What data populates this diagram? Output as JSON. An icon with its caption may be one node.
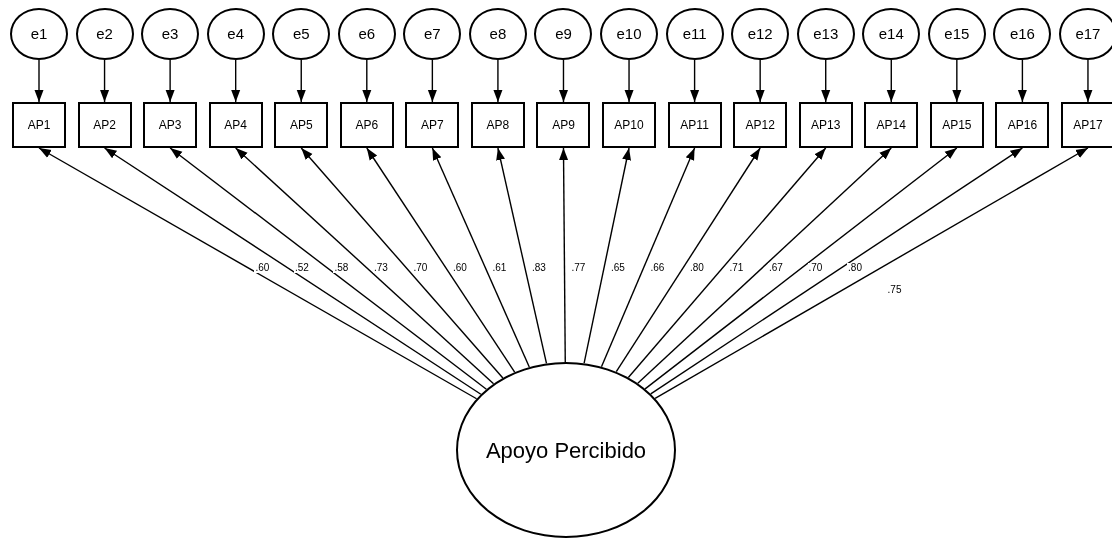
{
  "diagram": {
    "nodes": [
      {
        "text": [
          "e1"
        ]
      },
      {
        "text": [
          "e2"
        ]
      },
      {
        "text": [
          "e3"
        ]
      },
      {
        "text": [
          "e4"
        ]
      },
      {
        "text": [
          "e5"
        ]
      },
      {
        "text": [
          "e6"
        ]
      },
      {
        "text": [
          "e7"
        ]
      },
      {
        "text": [
          "e8"
        ]
      },
      {
        "text": [
          "e9"
        ]
      },
      {
        "text": [
          "e10"
        ]
      },
      {
        "text": [
          "e11"
        ]
      },
      {
        "text": [
          "e12"
        ]
      },
      {
        "text": [
          "e13"
        ]
      },
      {
        "text": [
          "e14"
        ]
      },
      {
        "text": [
          "e15"
        ]
      },
      {
        "text": [
          "e16"
        ]
      },
      {
        "text": [
          "e17"
        ]
      },
      {
        "text": [
          "AP1"
        ]
      },
      {
        "text": [
          "AP2"
        ]
      },
      {
        "text": [
          "AP3"
        ]
      },
      {
        "text": [
          "AP4"
        ]
      },
      {
        "text": [
          "AP5"
        ]
      },
      {
        "text": [
          "AP6"
        ]
      },
      {
        "text": [
          "AP7"
        ]
      },
      {
        "text": [
          "AP8"
        ]
      },
      {
        "text": [
          "AP9"
        ]
      },
      {
        "text": [
          "AP10"
        ]
      },
      {
        "text": [
          "AP11"
        ]
      },
      {
        "text": [
          "AP12"
        ]
      },
      {
        "text": [
          "AP13"
        ]
      },
      {
        "text": [
          "AP14"
        ]
      },
      {
        "text": [
          "AP15"
        ]
      },
      {
        "text": [
          "AP16"
        ]
      },
      {
        "text": [
          "AP17"
        ]
      },
      {
        "text": [
          "Apoyo Percibido"
        ]
      }
    ],
    "edges": [
      {
        "from": 0,
        "to": 17,
        "arrow": "to"
      },
      {
        "from": 1,
        "to": 18,
        "arrow": "to"
      },
      {
        "from": 2,
        "to": 19,
        "arrow": "to"
      },
      {
        "from": 3,
        "to": 20,
        "arrow": "to"
      },
      {
        "from": 4,
        "to": 21,
        "arrow": "to"
      },
      {
        "from": 5,
        "to": 22,
        "arrow": "to"
      },
      {
        "from": 6,
        "to": 23,
        "arrow": "to"
      },
      {
        "from": 7,
        "to": 24,
        "arrow": "to"
      },
      {
        "from": 8,
        "to": 25,
        "arrow": "to"
      },
      {
        "from": 9,
        "to": 26,
        "arrow": "to"
      },
      {
        "from": 10,
        "to": 27,
        "arrow": "to"
      },
      {
        "from": 11,
        "to": 28,
        "arrow": "to"
      },
      {
        "from": 12,
        "to": 29,
        "arrow": "to"
      },
      {
        "from": 13,
        "to": 30,
        "arrow": "to"
      },
      {
        "from": 14,
        "to": 31,
        "arrow": "to"
      },
      {
        "from": 15,
        "to": 32,
        "arrow": "to"
      },
      {
        "from": 16,
        "to": 33,
        "arrow": "to"
      },
      {
        "from": 34,
        "to": 17,
        "arrow": "to",
        "label": ".60"
      },
      {
        "from": 34,
        "to": 18,
        "arrow": "to",
        "label": ".52"
      },
      {
        "from": 34,
        "to": 19,
        "arrow": "to",
        "label": ".58"
      },
      {
        "from": 34,
        "to": 20,
        "arrow": "to",
        "label": ".73"
      },
      {
        "from": 34,
        "to": 21,
        "arrow": "to",
        "label": ".70"
      },
      {
        "from": 34,
        "to": 22,
        "arrow": "to",
        "label": ".60"
      },
      {
        "from": 34,
        "to": 23,
        "arrow": "to",
        "label": ".61"
      },
      {
        "from": 34,
        "to": 24,
        "arrow": "to",
        "label": ".83"
      },
      {
        "from": 34,
        "to": 25,
        "arrow": "to",
        "label": ".77"
      },
      {
        "from": 34,
        "to": 26,
        "arrow": "to",
        "label": ".65"
      },
      {
        "from": 34,
        "to": 27,
        "arrow": "to",
        "label": ".66"
      },
      {
        "from": 34,
        "to": 28,
        "arrow": "to",
        "label": ".80"
      },
      {
        "from": 34,
        "to": 29,
        "arrow": "to",
        "label": ".71"
      },
      {
        "from": 34,
        "to": 30,
        "arrow": "to",
        "label": ".67"
      },
      {
        "from": 34,
        "to": 31,
        "arrow": "to",
        "label": ".70"
      },
      {
        "from": 34,
        "to": 32,
        "arrow": "to",
        "label": ".80"
      },
      {
        "from": 34,
        "to": 33,
        "arrow": "to",
        "label": ".75"
      }
    ]
  }
}
